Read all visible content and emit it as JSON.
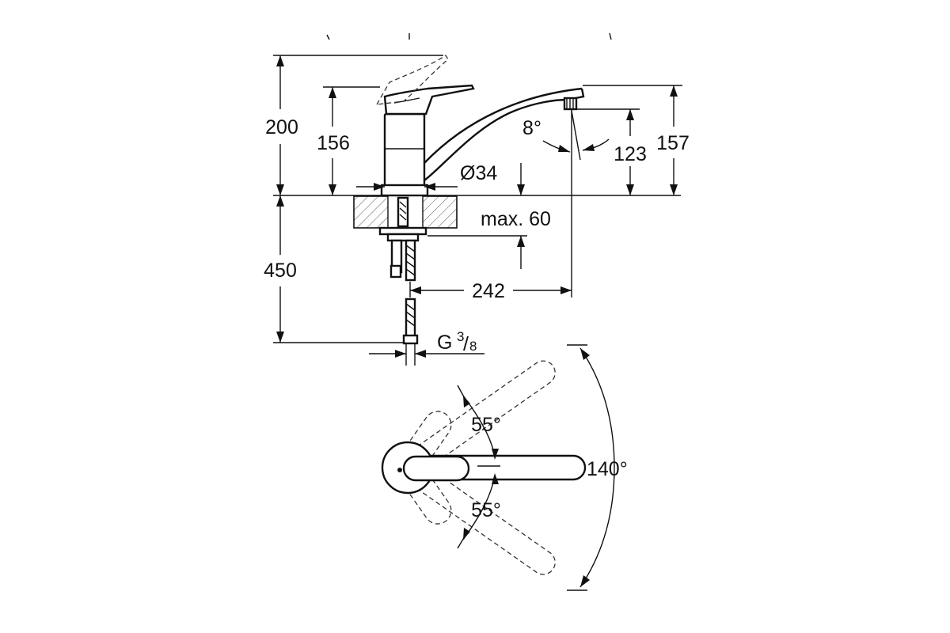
{
  "side_view": {
    "dims": {
      "total_height": "200",
      "lever_height": "156",
      "spout_height": "157",
      "outlet_height": "123",
      "outlet_angle": "8°",
      "body_diameter": "Ø34",
      "counter_thickness": "max. 60",
      "reach": "242",
      "hose_length": "450"
    },
    "connection": {
      "prefix": "G ",
      "numerator": "3",
      "slash": "/",
      "denominator": "8"
    }
  },
  "top_view": {
    "dims": {
      "swing_up": "55°",
      "swing_down": "55°",
      "spout_range": "140°"
    }
  }
}
